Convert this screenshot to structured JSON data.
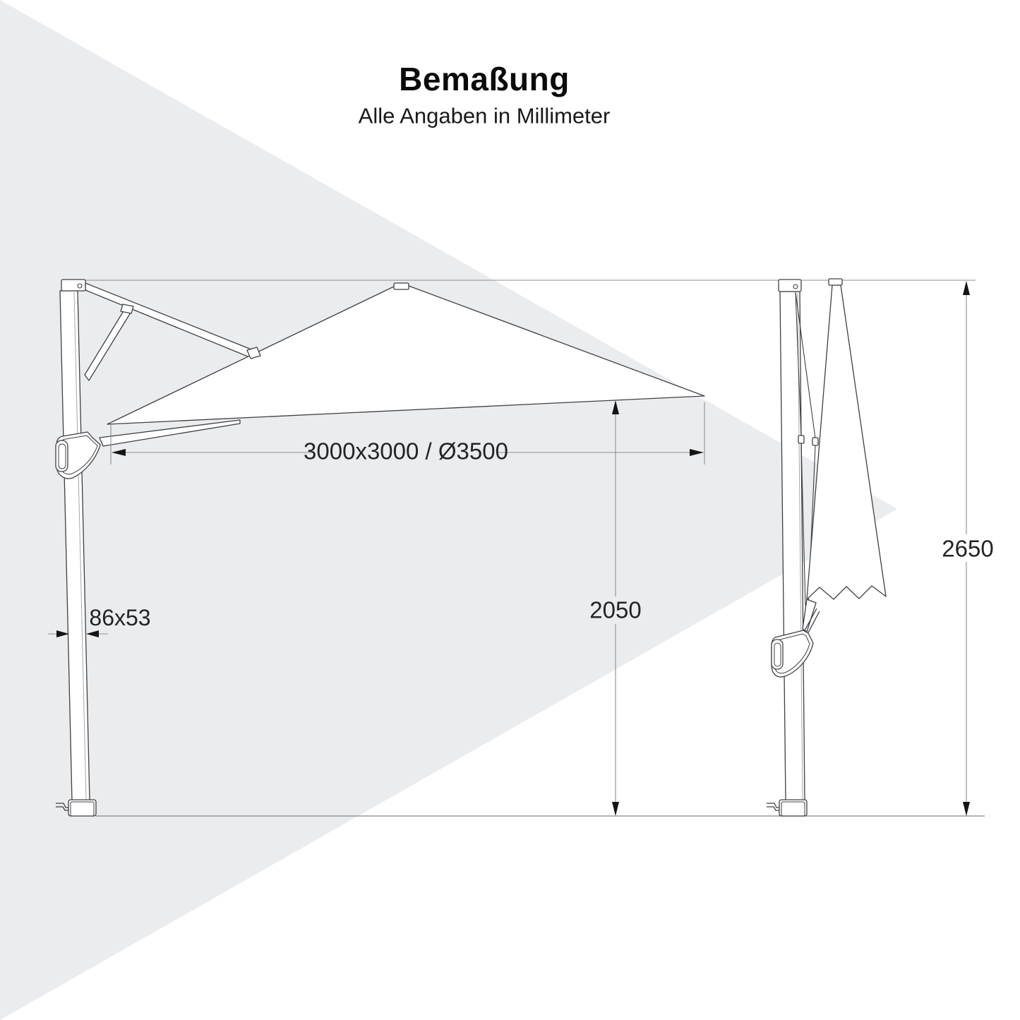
{
  "header": {
    "title": "Bemaßung",
    "subtitle": "Alle Angaben in Millimeter"
  },
  "dimensions": {
    "canopy_size": "3000x3000 / Ø3500",
    "pole_section": "86x53",
    "clearance_height": "2050",
    "total_height": "2650"
  },
  "colors": {
    "watermark_gray": "#ebecee",
    "outline": "#3f4044",
    "dim_line": "#8b8e92",
    "arrow": "#141414",
    "text": "#232427"
  }
}
